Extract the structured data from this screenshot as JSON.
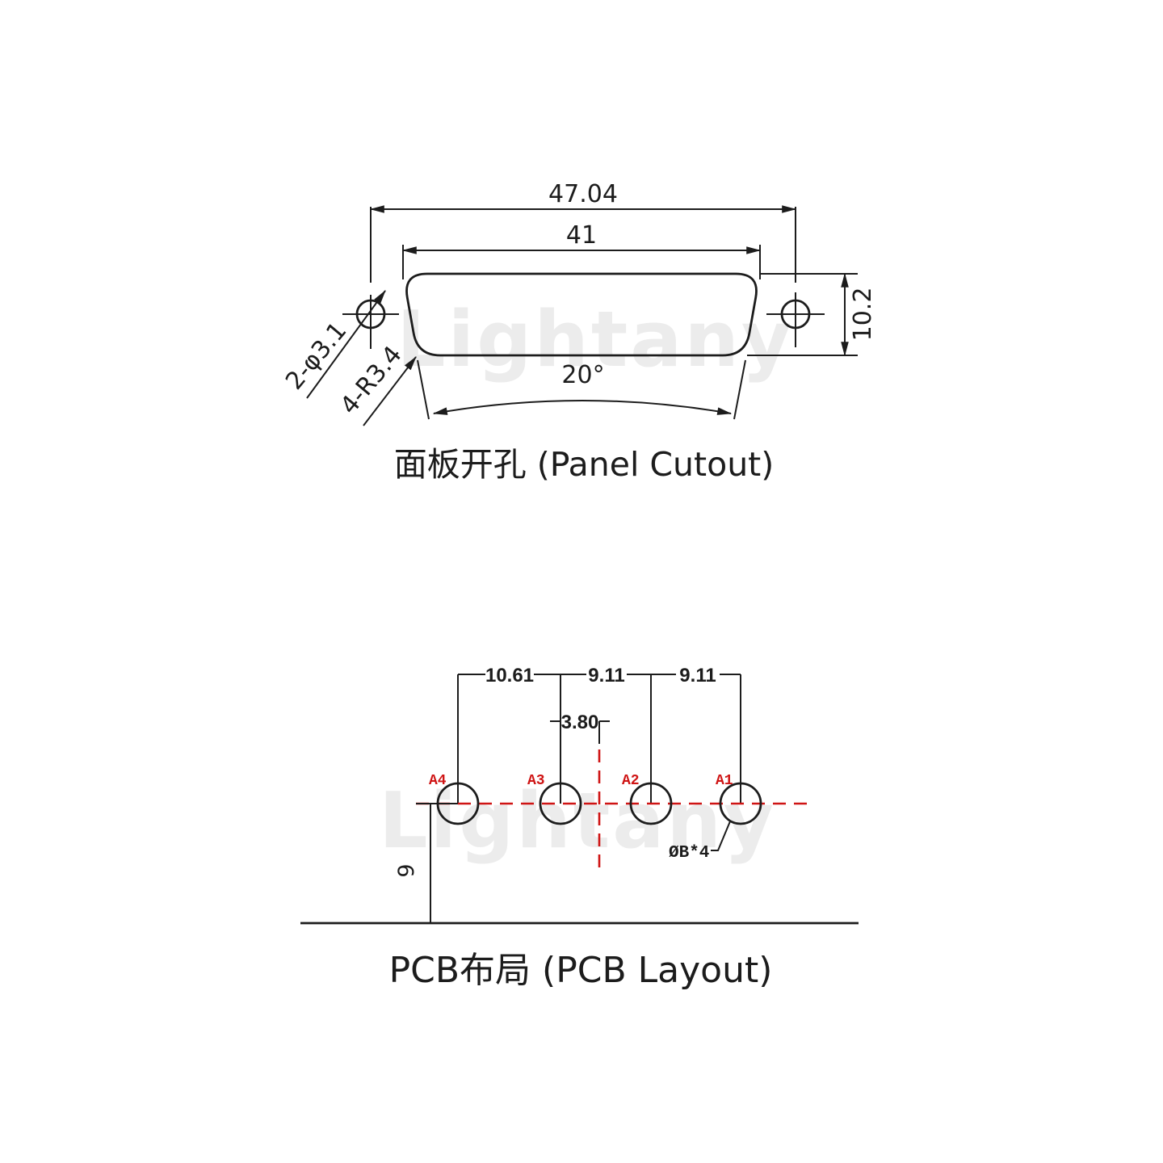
{
  "watermark": {
    "text": "Lightany"
  },
  "panel_cutout": {
    "title": "面板开孔 (Panel Cutout)",
    "dim_outer_width": "47.04",
    "dim_inner_width": "41",
    "dim_height": "10.2",
    "dim_angle": "20°",
    "dim_mount_holes": "2-φ3.1",
    "dim_corner_radius": "4-R3.4"
  },
  "pcb_layout": {
    "title": "PCB布局 (PCB Layout)",
    "dim_pitch_1": "10.61",
    "dim_pitch_2": "9.11",
    "dim_pitch_3": "9.11",
    "dim_center_offset": "3.80",
    "dim_bottom_offset": "9",
    "dim_hole_callout": "ØB*4",
    "pad_labels": [
      "A4",
      "A3",
      "A2",
      "A1"
    ]
  },
  "colors": {
    "ink": "#1c1c1c",
    "red": "#cf1414",
    "wm": "#ececec"
  }
}
